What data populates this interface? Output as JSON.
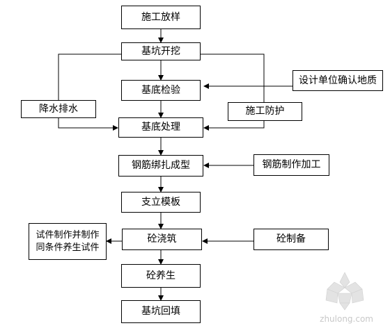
{
  "diagram": {
    "nodes": {
      "n1": "施工放样",
      "n2": "基坑开挖",
      "n3": "基底检验",
      "n4": "基底处理",
      "n5": "钢筋绑扎成型",
      "n6": "支立模板",
      "n7": "砼浇筑",
      "n8": "砼养生",
      "n9": "基坑回填",
      "s_geology": "设计单位确认地质",
      "s_drain": "降水排水",
      "s_protect": "施工防护",
      "s_rebar": "钢筋制作加工",
      "s_concrete": "砼制备",
      "s_specimen": "试件制作并制作\n同条件养生试件"
    }
  },
  "watermark": {
    "text": "zhulong.com",
    "icon": "zhulong-logo-icon"
  }
}
